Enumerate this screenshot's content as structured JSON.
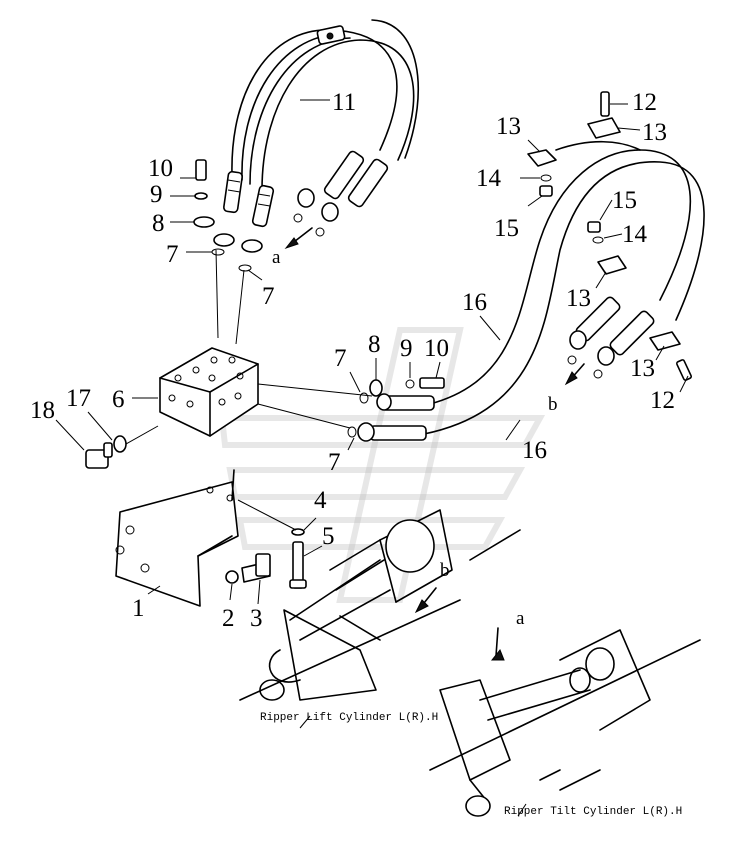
{
  "callouts": {
    "n1": "1",
    "n2": "2",
    "n3": "3",
    "n4": "4",
    "n5": "5",
    "n6": "6",
    "n7a": "7",
    "n7b": "7",
    "n7c": "7",
    "n7d": "7",
    "n8a": "8",
    "n8b": "8",
    "n9a": "9",
    "n9b": "9",
    "n10a": "10",
    "n10b": "10",
    "n11": "11",
    "n12a": "12",
    "n12b": "12",
    "n13a": "13",
    "n13b": "13",
    "n13c": "13",
    "n13d": "13",
    "n14a": "14",
    "n14b": "14",
    "n15a": "15",
    "n15b": "15",
    "n16a": "16",
    "n16b": "16",
    "n17": "17",
    "n18": "18"
  },
  "connection_letters": {
    "a1": "a",
    "a2": "a",
    "b1": "b",
    "b2": "b"
  },
  "captions": {
    "lift": "Ripper Lift Cylinder L(R).H",
    "tilt": "Ripper Tilt Cylinder L(R).H"
  }
}
